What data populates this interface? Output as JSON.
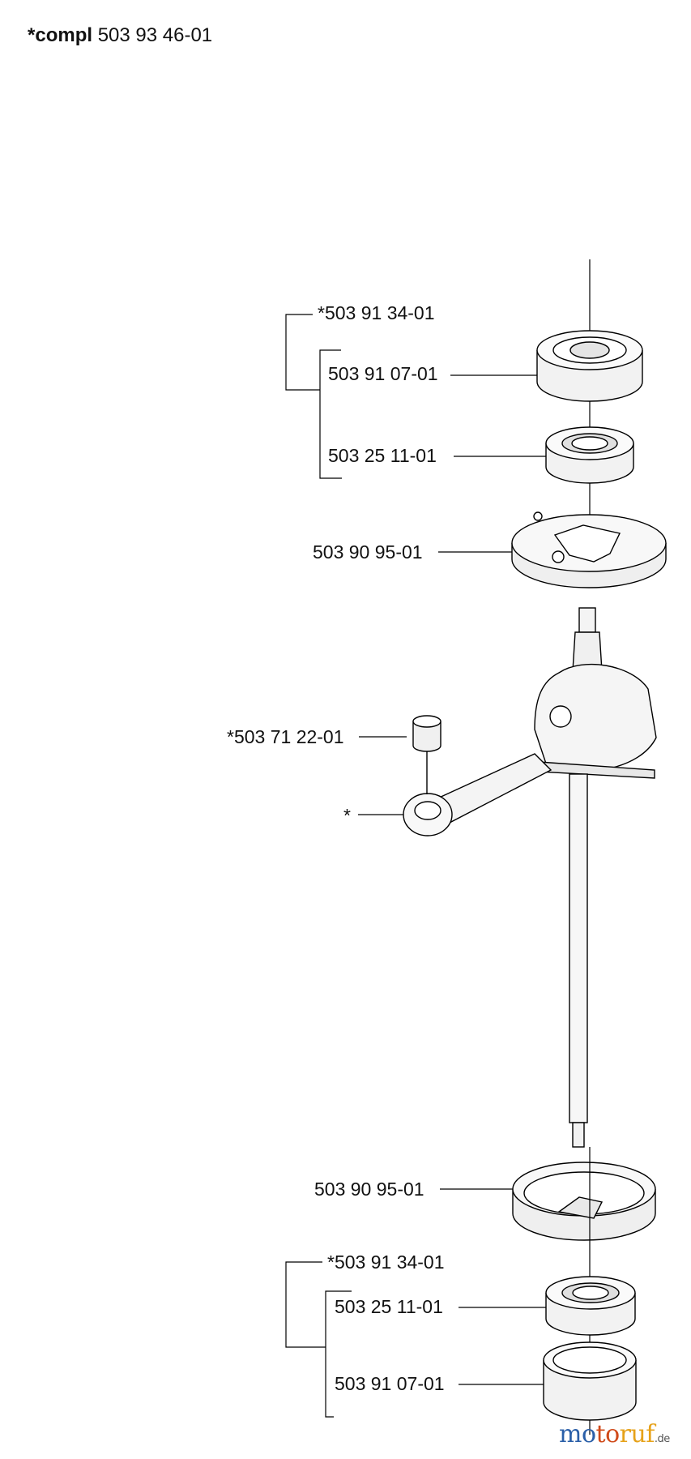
{
  "header": {
    "prefix": "*compl",
    "number": "503 93 46-01"
  },
  "labels": {
    "kit_top": "*503 91 34-01",
    "seal_top": "503 91 07-01",
    "bearing_top": "503 25 11-01",
    "cover_top": "503 90 95-01",
    "needle_bearing": "*503 71 22-01",
    "conrod": "*",
    "cover_bottom": "503 90 95-01",
    "kit_bottom": "*503 91 34-01",
    "bearing_bottom": "503 25 11-01",
    "seal_bottom": "503 91 07-01"
  },
  "watermark": {
    "part1": "mo",
    "part2": "to",
    "part3": "ruf",
    "suffix": ".de"
  }
}
